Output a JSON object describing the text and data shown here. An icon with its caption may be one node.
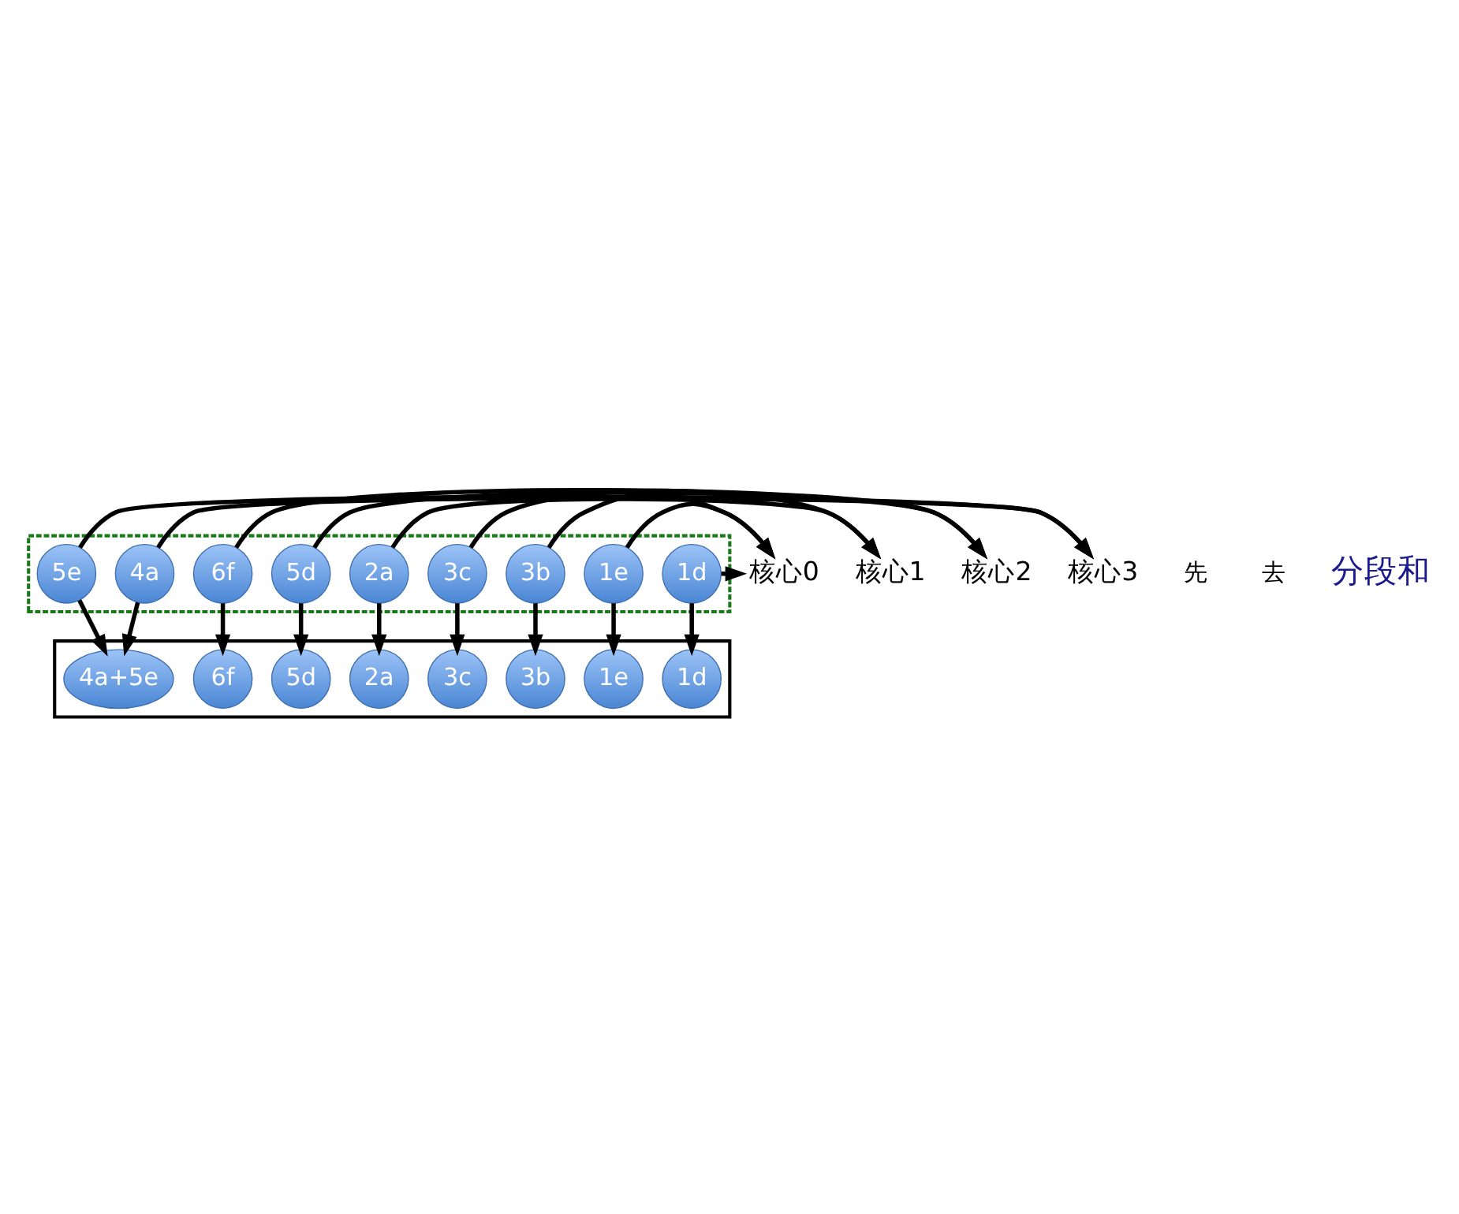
{
  "diagram": {
    "nodes": [
      {
        "text": [],
        "shape": "box"
      },
      {
        "text": [
          "1d"
        ],
        "in": 0
      },
      {
        "text": [
          "1e"
        ],
        "in": 0
      },
      {
        "text": [
          "3b"
        ],
        "in": 0
      },
      {
        "text": [
          "3c"
        ],
        "in": 0
      },
      {
        "text": [
          "2a"
        ],
        "in": 0
      },
      {
        "text": [
          "5d"
        ],
        "in": 0
      },
      {
        "text": [
          "6f"
        ],
        "in": 0
      },
      {
        "text": [
          "4a"
        ],
        "in": 0
      },
      {
        "text": [
          "5e"
        ],
        "in": 0
      },
      {
        "text": [
          "核心0"
        ]
      },
      {
        "text": [
          "核心1"
        ]
      },
      {
        "text": [
          "核心2"
        ]
      },
      {
        "text": [
          "核心3"
        ]
      },
      {
        "text": [],
        "shape": "box"
      },
      {
        "text": [
          "1d"
        ],
        "in": 14
      },
      {
        "text": [
          "1e"
        ],
        "in": 14
      },
      {
        "text": [
          "3b"
        ],
        "in": 14
      },
      {
        "text": [
          "3c"
        ],
        "in": 14
      },
      {
        "text": [
          "2a"
        ],
        "in": 14
      },
      {
        "text": [
          "5d"
        ],
        "in": 14
      },
      {
        "text": [
          "6f"
        ],
        "in": 14
      },
      {
        "text": [
          "4a+5e"
        ],
        "in": 14
      }
    ],
    "edges": [
      {
        "from": 1,
        "to": 10,
        "arrow": "to"
      },
      {
        "from": 2,
        "to": 10,
        "arrow": "to"
      },
      {
        "from": 3,
        "to": 10,
        "arrow": "to"
      },
      {
        "from": 4,
        "to": 11,
        "arrow": "to"
      },
      {
        "from": 5,
        "to": 11,
        "arrow": "to"
      },
      {
        "from": 6,
        "to": 12,
        "arrow": "to"
      },
      {
        "from": 7,
        "to": 12,
        "arrow": "to"
      },
      {
        "from": 8,
        "to": 13,
        "arrow": "to"
      },
      {
        "from": 9,
        "to": 13,
        "arrow": "to"
      },
      {
        "from": 1,
        "to": 15,
        "arrow": "to"
      },
      {
        "from": 2,
        "to": 16,
        "arrow": "to"
      },
      {
        "from": 3,
        "to": 17,
        "arrow": "to"
      },
      {
        "from": 4,
        "to": 18,
        "arrow": "to"
      },
      {
        "from": 5,
        "to": 19,
        "arrow": "to"
      },
      {
        "from": 6,
        "to": 20,
        "arrow": "to"
      },
      {
        "from": 7,
        "to": 21,
        "arrow": "to"
      },
      {
        "from": 8,
        "to": 22,
        "arrow": "to"
      },
      {
        "from": 9,
        "to": 22,
        "arrow": "to"
      }
    ],
    "labels": [
      "先",
      "去",
      "分段和"
    ]
  }
}
